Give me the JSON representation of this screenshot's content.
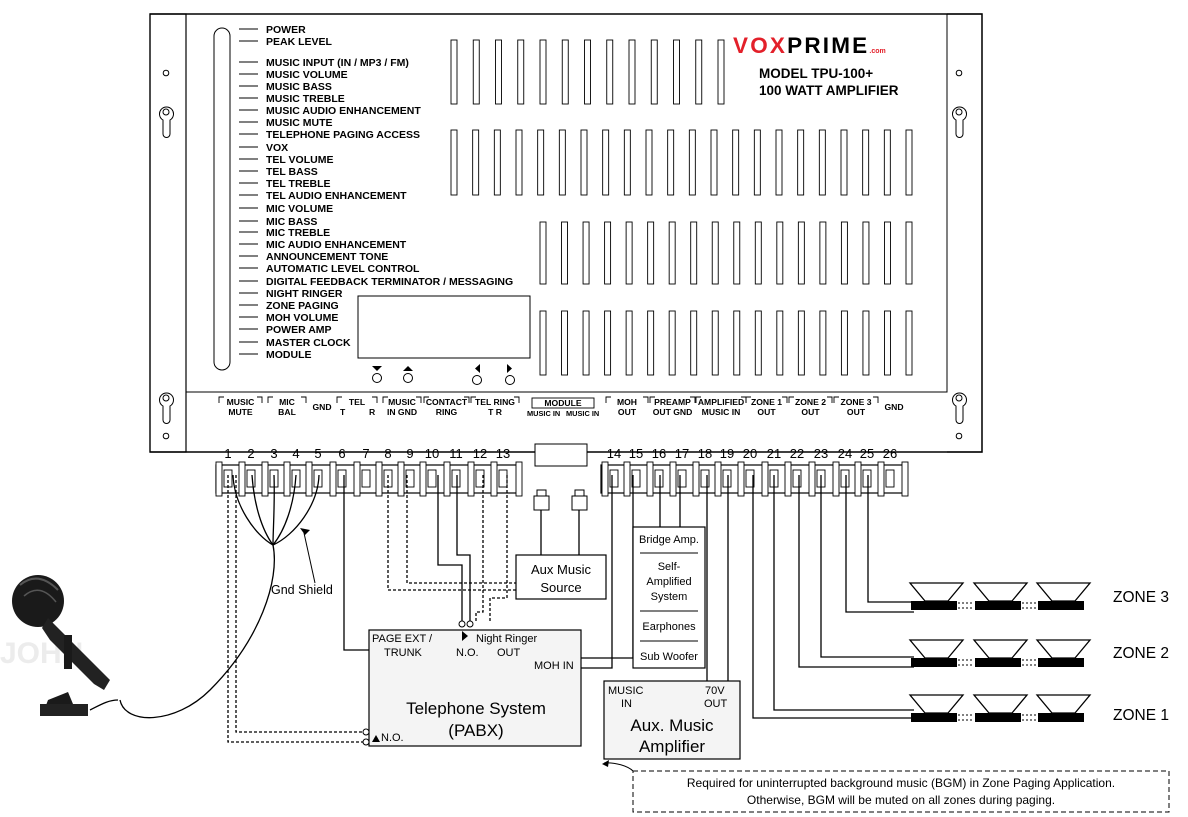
{
  "brand": {
    "name_part1": "VOX",
    "name_part2": "PRIME",
    "suffix": ".com",
    "accent_color": "#e3202a",
    "model": "MODEL TPU-100+",
    "description": "100 WATT AMPLIFIER"
  },
  "indicator_labels": [
    "POWER",
    "PEAK LEVEL",
    "MUSIC INPUT (IN / MP3 / FM)",
    "MUSIC VOLUME",
    "MUSIC BASS",
    "MUSIC TREBLE",
    "MUSIC AUDIO ENHANCEMENT",
    "MUSIC MUTE",
    "TELEPHONE PAGING ACCESS",
    "VOX",
    "TEL VOLUME",
    "TEL BASS",
    "TEL TREBLE",
    "TEL AUDIO ENHANCEMENT",
    "MIC VOLUME",
    "MIC BASS",
    "MIC TREBLE",
    "MIC AUDIO ENHANCEMENT",
    "ANNOUNCEMENT TONE",
    "AUTOMATIC LEVEL CONTROL",
    "DIGITAL FEEDBACK TERMINATOR / MESSAGING",
    "NIGHT RINGER",
    "ZONE PAGING",
    "MOH VOLUME",
    "POWER AMP",
    "MASTER CLOCK",
    "MODULE"
  ],
  "terminal_numbers": [
    "1",
    "2",
    "3",
    "4",
    "5",
    "6",
    "7",
    "8",
    "9",
    "10",
    "11",
    "12",
    "13",
    "14",
    "15",
    "16",
    "17",
    "18",
    "19",
    "20",
    "21",
    "22",
    "23",
    "24",
    "25",
    "26"
  ],
  "terminal_groups": [
    {
      "line1": "MUSIC",
      "line2": "MUTE"
    },
    {
      "line1": "MIC",
      "line2": "BAL"
    },
    {
      "line1": "GND",
      "line2": ""
    },
    {
      "line1": "TEL",
      "line2": ""
    },
    {
      "line1": "T",
      "line2": ""
    },
    {
      "line1": "R",
      "line2": ""
    },
    {
      "line1": "MUSIC",
      "line2": "IN  GND"
    },
    {
      "line1": "CONTACT",
      "line2": "RING"
    },
    {
      "line1": "TEL RING",
      "line2": "T      R"
    },
    {
      "line1": "MODULE",
      "line2": ""
    },
    {
      "line1": "MUSIC IN",
      "line2": ""
    },
    {
      "line1": "MUSIC IN",
      "line2": ""
    },
    {
      "line1": "MOH",
      "line2": "OUT"
    },
    {
      "line1": "PREAMP",
      "line2": "OUT GND"
    },
    {
      "line1": "AMPLIFIED",
      "line2": "MUSIC IN"
    },
    {
      "line1": "ZONE 1",
      "line2": "OUT"
    },
    {
      "line1": "ZONE 2",
      "line2": "OUT"
    },
    {
      "line1": "ZONE 3",
      "line2": "OUT"
    },
    {
      "line1": "GND",
      "line2": ""
    }
  ],
  "aux_source": {
    "line1": "Aux Music",
    "line2": "Source"
  },
  "amp_options": [
    "Bridge Amp.",
    "Self-",
    "Amplified",
    "System",
    "Earphones",
    "Sub Woofer"
  ],
  "gnd_shield": "Gnd Shield",
  "telephone": {
    "page_ext": "PAGE EXT /",
    "trunk": "TRUNK",
    "night_ringer": "Night Ringer",
    "out": "OUT",
    "no_top": "N.O.",
    "moh_in": "MOH IN",
    "title1": "Telephone System",
    "title2": "(PABX)",
    "no_bottom": "N.O."
  },
  "aux_amp": {
    "music": "MUSIC",
    "in": "IN",
    "v70": "70V",
    "out": "OUT",
    "title1": "Aux. Music",
    "title2": "Amplifier"
  },
  "zones": [
    "ZONE 3",
    "ZONE 2",
    "ZONE 1"
  ],
  "note": {
    "line1": "Required for uninterrupted background music (BGM) in Zone Paging Application.",
    "line2": "Otherwise, BGM will be muted on all zones during paging."
  },
  "watermark": "JOHN"
}
